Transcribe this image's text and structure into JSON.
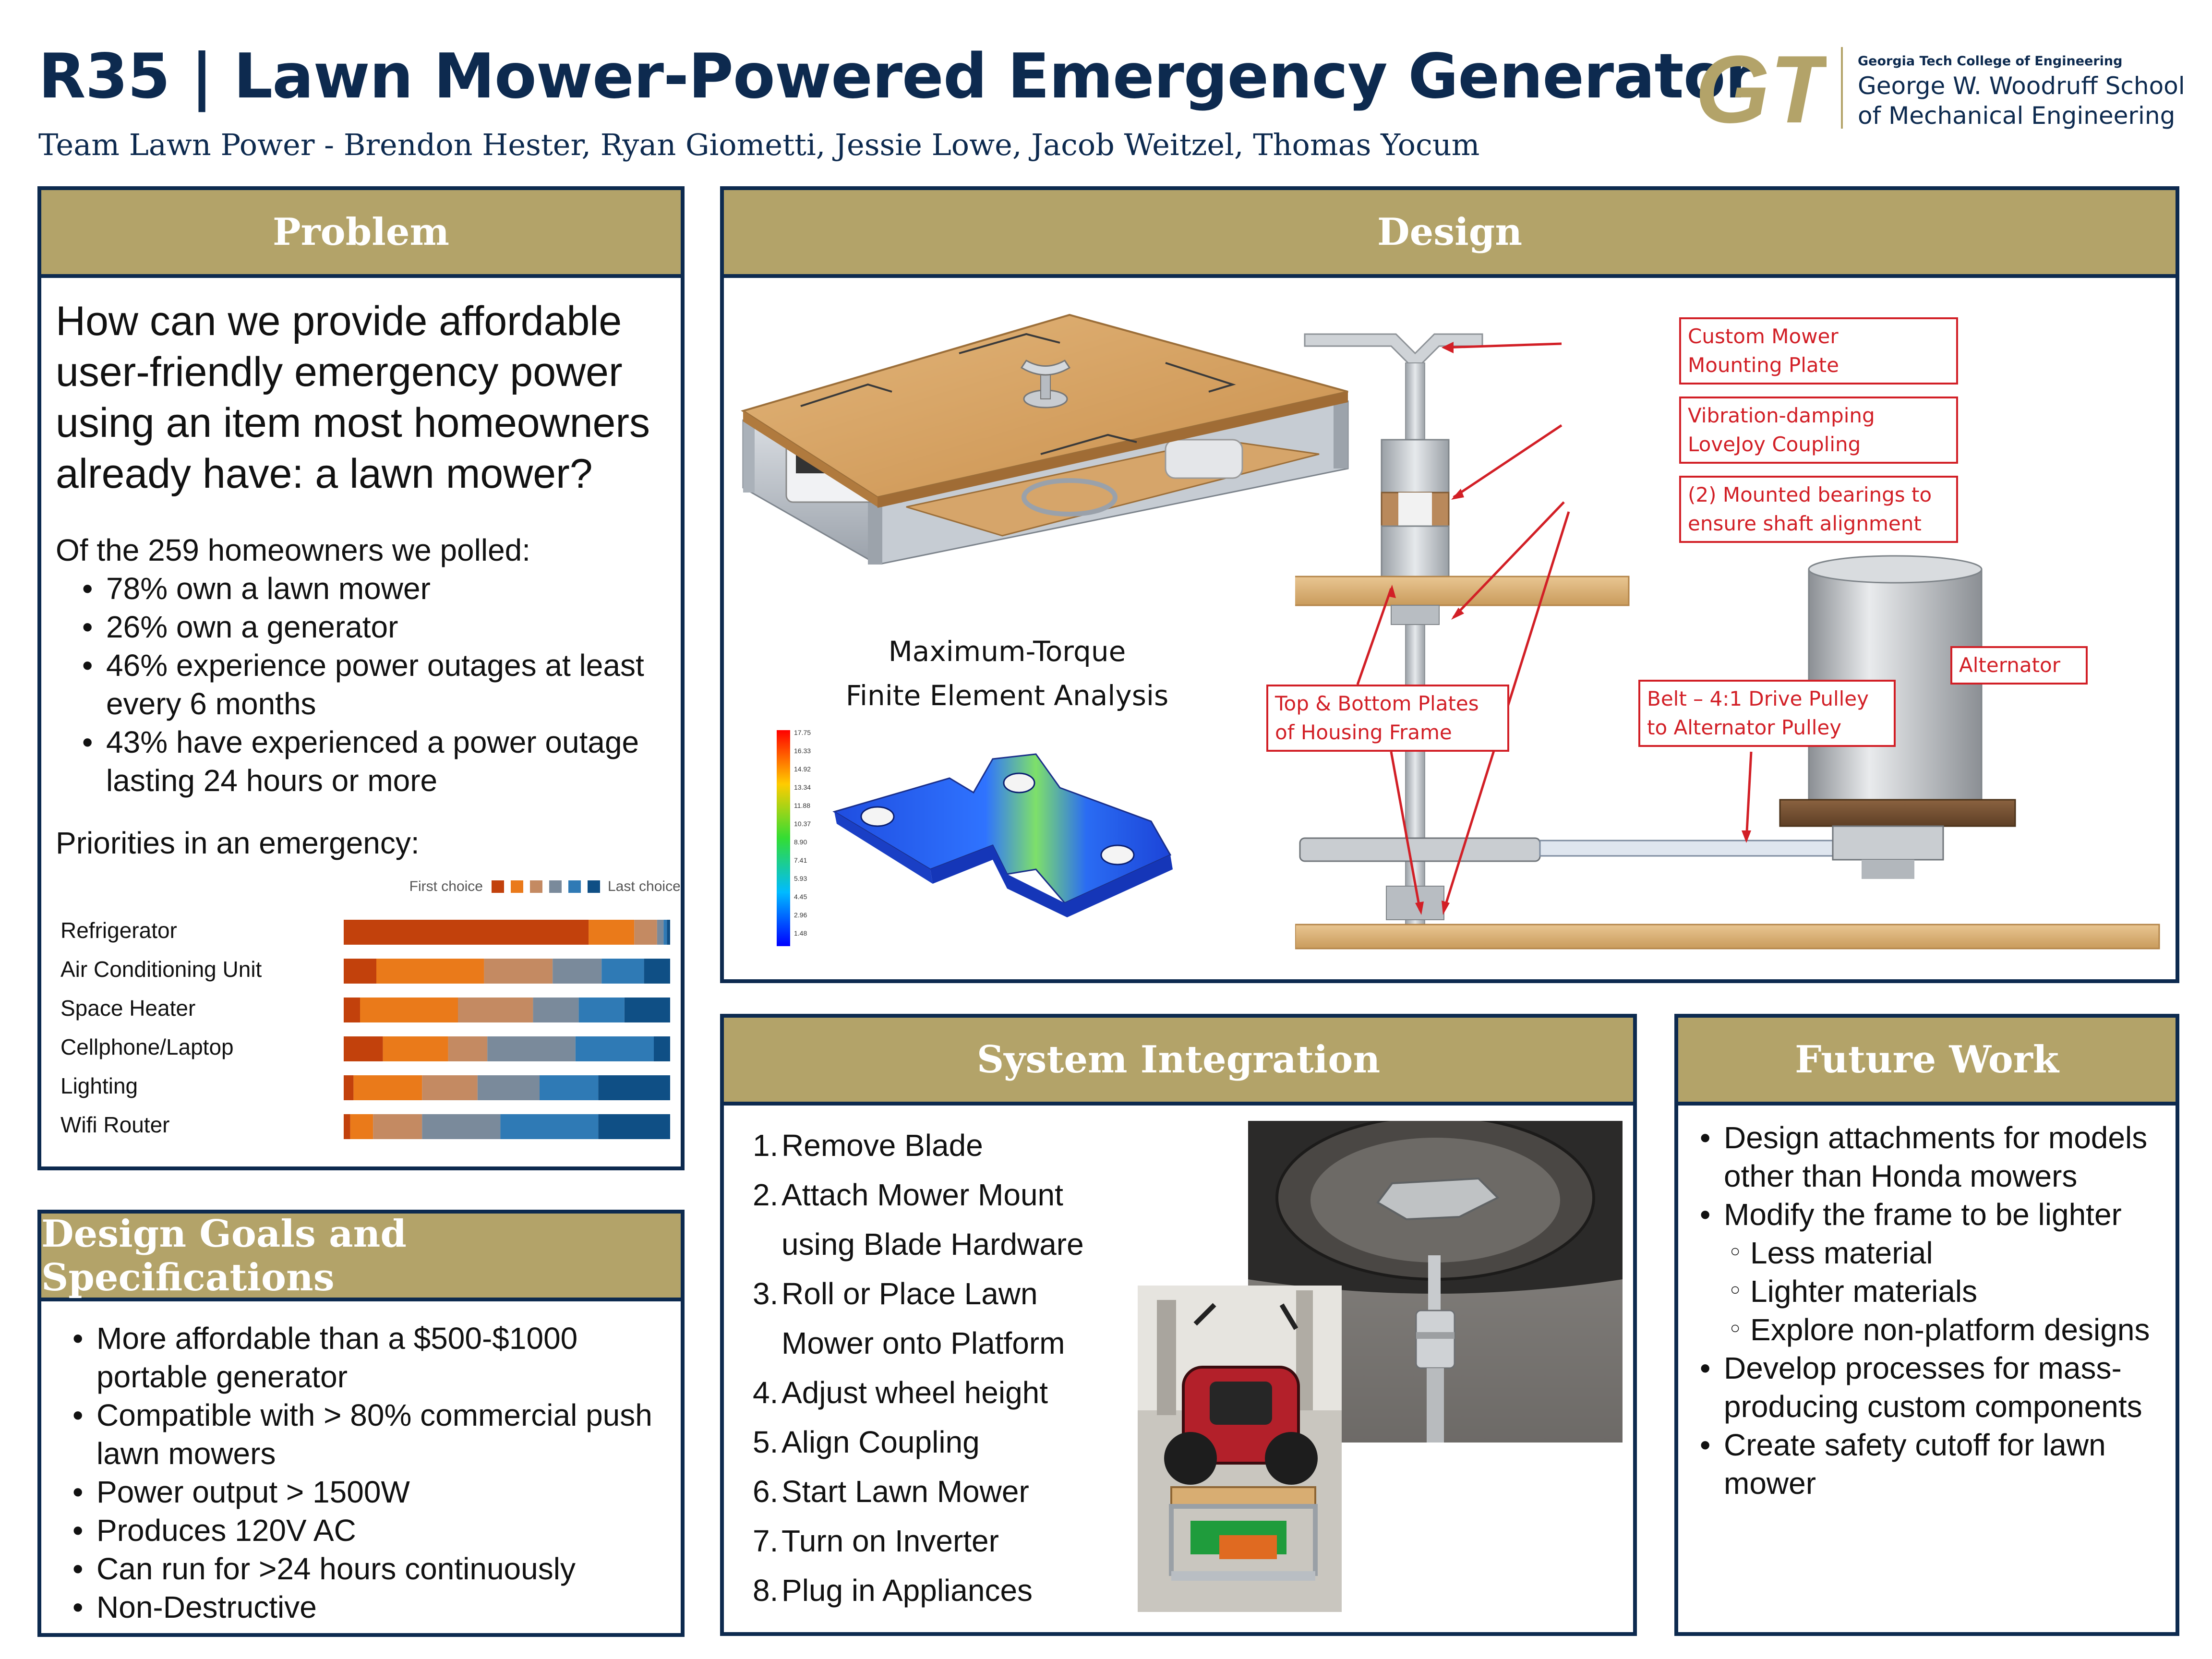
{
  "header": {
    "title": "R35 | Lawn Mower-Powered Emergency Generator",
    "team": "Team Lawn Power - Brendon Hester, Ryan Giometti, Jessie Lowe, Jacob Weitzel, Thomas Yocum",
    "logo_letters": "GT",
    "school_line1": "Georgia Tech College of Engineering",
    "school_line2": "George W. Woodruff School",
    "school_line3": "of Mechanical Engineering"
  },
  "problem": {
    "heading": "Problem",
    "question": "How can we provide affordable user-friendly emergency power using an item most homeowners already have: a lawn mower?",
    "poll_intro": "Of the 259 homeowners we polled:",
    "poll_items": [
      "78% own a lawn mower",
      "26% own a generator",
      "46% experience power outages at least every 6 months",
      "43% have experienced a power outage lasting 24 hours or more"
    ],
    "priorities_label": "Priorities in an emergency:"
  },
  "chart_data": {
    "type": "bar",
    "stacked": true,
    "orientation": "horizontal",
    "legend_first": "First choice",
    "legend_last": "Last choice",
    "categories": [
      "Refrigerator",
      "Air Conditioning Unit",
      "Space Heater",
      "Cellphone/Laptop",
      "Lighting",
      "Wifi Router"
    ],
    "colors": [
      "#c2410c",
      "#ea7a1a",
      "#c48a62",
      "#7a8a9b",
      "#2f7ab5",
      "#0f4f85"
    ],
    "series": [
      {
        "values": [
          75,
          10,
          5,
          12,
          3,
          2
        ]
      },
      {
        "values": [
          14,
          33,
          30,
          20,
          21,
          7
        ]
      },
      {
        "values": [
          7,
          21,
          23,
          12,
          17,
          15
        ]
      },
      {
        "values": [
          2,
          15,
          14,
          27,
          19,
          24
        ]
      },
      {
        "values": [
          1,
          13,
          14,
          24,
          18,
          30
        ]
      },
      {
        "values": [
          1,
          8,
          14,
          5,
          22,
          22
        ]
      }
    ]
  },
  "goals": {
    "heading": "Design Goals and Specifications",
    "items": [
      "More affordable than a $500-$1000 portable generator",
      "Compatible with > 80% commercial push lawn mowers",
      "Power output > 1500W",
      "Produces 120V AC",
      "Can run for >24 hours continuously",
      "Non-Destructive"
    ]
  },
  "design": {
    "heading": "Design",
    "fea_label_1": "Maximum-Torque",
    "fea_label_2": "Finite Element Analysis",
    "fea_scale": [
      "17.75",
      "16.33",
      "14.92",
      "13.34",
      "11.88",
      "10.37",
      "8.90",
      "7.41",
      "5.93",
      "4.45",
      "2.96",
      "1.48"
    ],
    "callouts": {
      "mount_1": "Custom Mower",
      "mount_2": "Mounting Plate",
      "coupling_1": "Vibration-damping",
      "coupling_2": "LoveJoy Coupling",
      "bearings_1": "(2) Mounted bearings to",
      "bearings_2": "ensure shaft alignment",
      "alternator": "Alternator",
      "plates_1": "Top & Bottom Plates",
      "plates_2": "of Housing Frame",
      "belt_1": "Belt – 4:1 Drive Pulley",
      "belt_2": "to Alternator Pulley"
    }
  },
  "integration": {
    "heading": "System Integration",
    "steps": [
      {
        "n": "1.",
        "text": "Remove Blade"
      },
      {
        "n": "2.",
        "text": "Attach Mower Mount"
      },
      {
        "n": "",
        "text": "using Blade Hardware"
      },
      {
        "n": "3.",
        "text": "Roll or Place Lawn"
      },
      {
        "n": "",
        "text": "Mower onto Platform"
      },
      {
        "n": "4.",
        "text": "Adjust wheel height"
      },
      {
        "n": "5.",
        "text": "Align Coupling"
      },
      {
        "n": "6.",
        "text": "Start Lawn Mower"
      },
      {
        "n": "7.",
        "text": "Turn on Inverter"
      },
      {
        "n": "8.",
        "text": "Plug in Appliances"
      }
    ]
  },
  "future": {
    "heading": "Future Work",
    "item1": "Design attachments for models other than Honda mowers",
    "item2": "Modify the frame to be lighter",
    "sub_items": [
      "Less material",
      "Lighter materials",
      "Explore non-platform designs"
    ],
    "item3": "Develop processes for mass-producing custom components",
    "item4": "Create safety cutoff for lawn mower"
  }
}
